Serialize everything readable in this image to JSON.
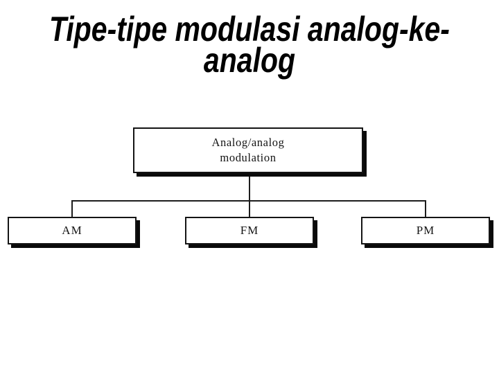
{
  "slide": {
    "background": "#ffffff",
    "title": {
      "line1": "Tipe-tipe modulasi analog-ke-",
      "line2": "analog",
      "color": "#000000"
    },
    "diagram": {
      "root": {
        "label_line1": "Analog/analog",
        "label_line2": "modulation"
      },
      "children": [
        {
          "label": "AM"
        },
        {
          "label": "FM"
        },
        {
          "label": "PM"
        }
      ],
      "style": {
        "box_fill": "#ffffff",
        "box_border": "#141414",
        "box_shadow": "#0a0a0a",
        "connector_color": "#1c1c1c",
        "text_color": "#141414"
      }
    }
  }
}
